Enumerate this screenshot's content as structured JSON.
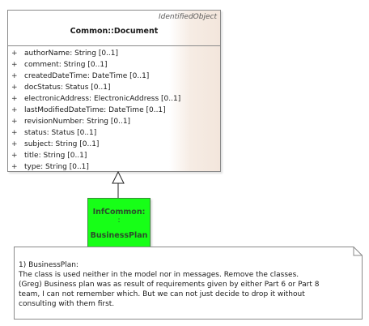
{
  "class": {
    "stereotype": "IdentifiedObject",
    "name": "Common::Document",
    "visibility_symbol": "+",
    "attributes": [
      "authorName: String [0..1]",
      "comment: String [0..1]",
      "createdDateTime: DateTime [0..1]",
      "docStatus: Status [0..1]",
      "electronicAddress: ElectronicAddress [0..1]",
      "lastModifiedDateTime: DateTime [0..1]",
      "revisionNumber: String [0..1]",
      "status: Status [0..1]",
      "subject: String [0..1]",
      "title: String [0..1]",
      "type: String [0..1]"
    ]
  },
  "subclass": {
    "line1": "InfCommon:",
    "line2": ":",
    "line3": "BusinessPlan",
    "fill_color": "#17ff17"
  },
  "note": {
    "lines": [
      "1) BusinessPlan:",
      "The class is used neither in the model nor in messages. Remove the classes.",
      "(Greg) Business plan was as result of requirements given by either Part 6 or Part 8",
      "team, I can not remember which. But we can not just decide to drop it without",
      "consulting with them first."
    ]
  }
}
